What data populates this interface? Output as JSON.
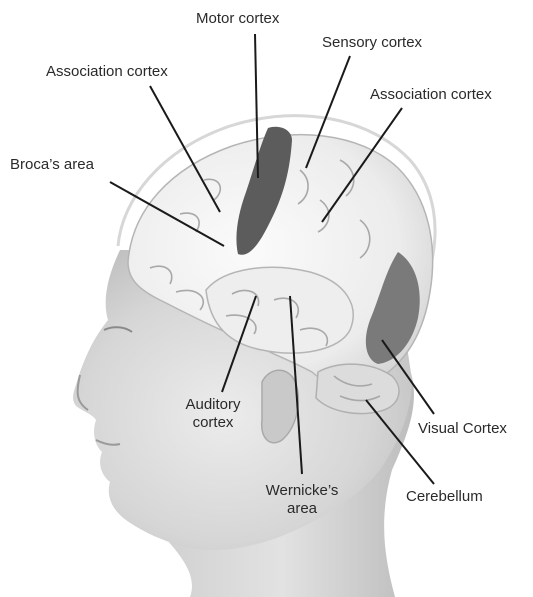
{
  "labels": {
    "motor_cortex": "Motor cortex",
    "sensory_cortex": "Sensory cortex",
    "association_cortex_left": "Association cortex",
    "association_cortex_right": "Association cortex",
    "brocas_area": "Broca’s area",
    "auditory_cortex": [
      "Auditory",
      "cortex"
    ],
    "wernickes_area": [
      "Wernicke’s",
      "area"
    ],
    "visual_cortex": "Visual Cortex",
    "cerebellum": "Cerebellum"
  },
  "colors": {
    "motor_cortex": "#5c5c5c",
    "visual_cortex": "#7a7a7a",
    "skin": "#d9d9d9",
    "brain": "#e9e9e9",
    "line": "#1a1a1a"
  }
}
